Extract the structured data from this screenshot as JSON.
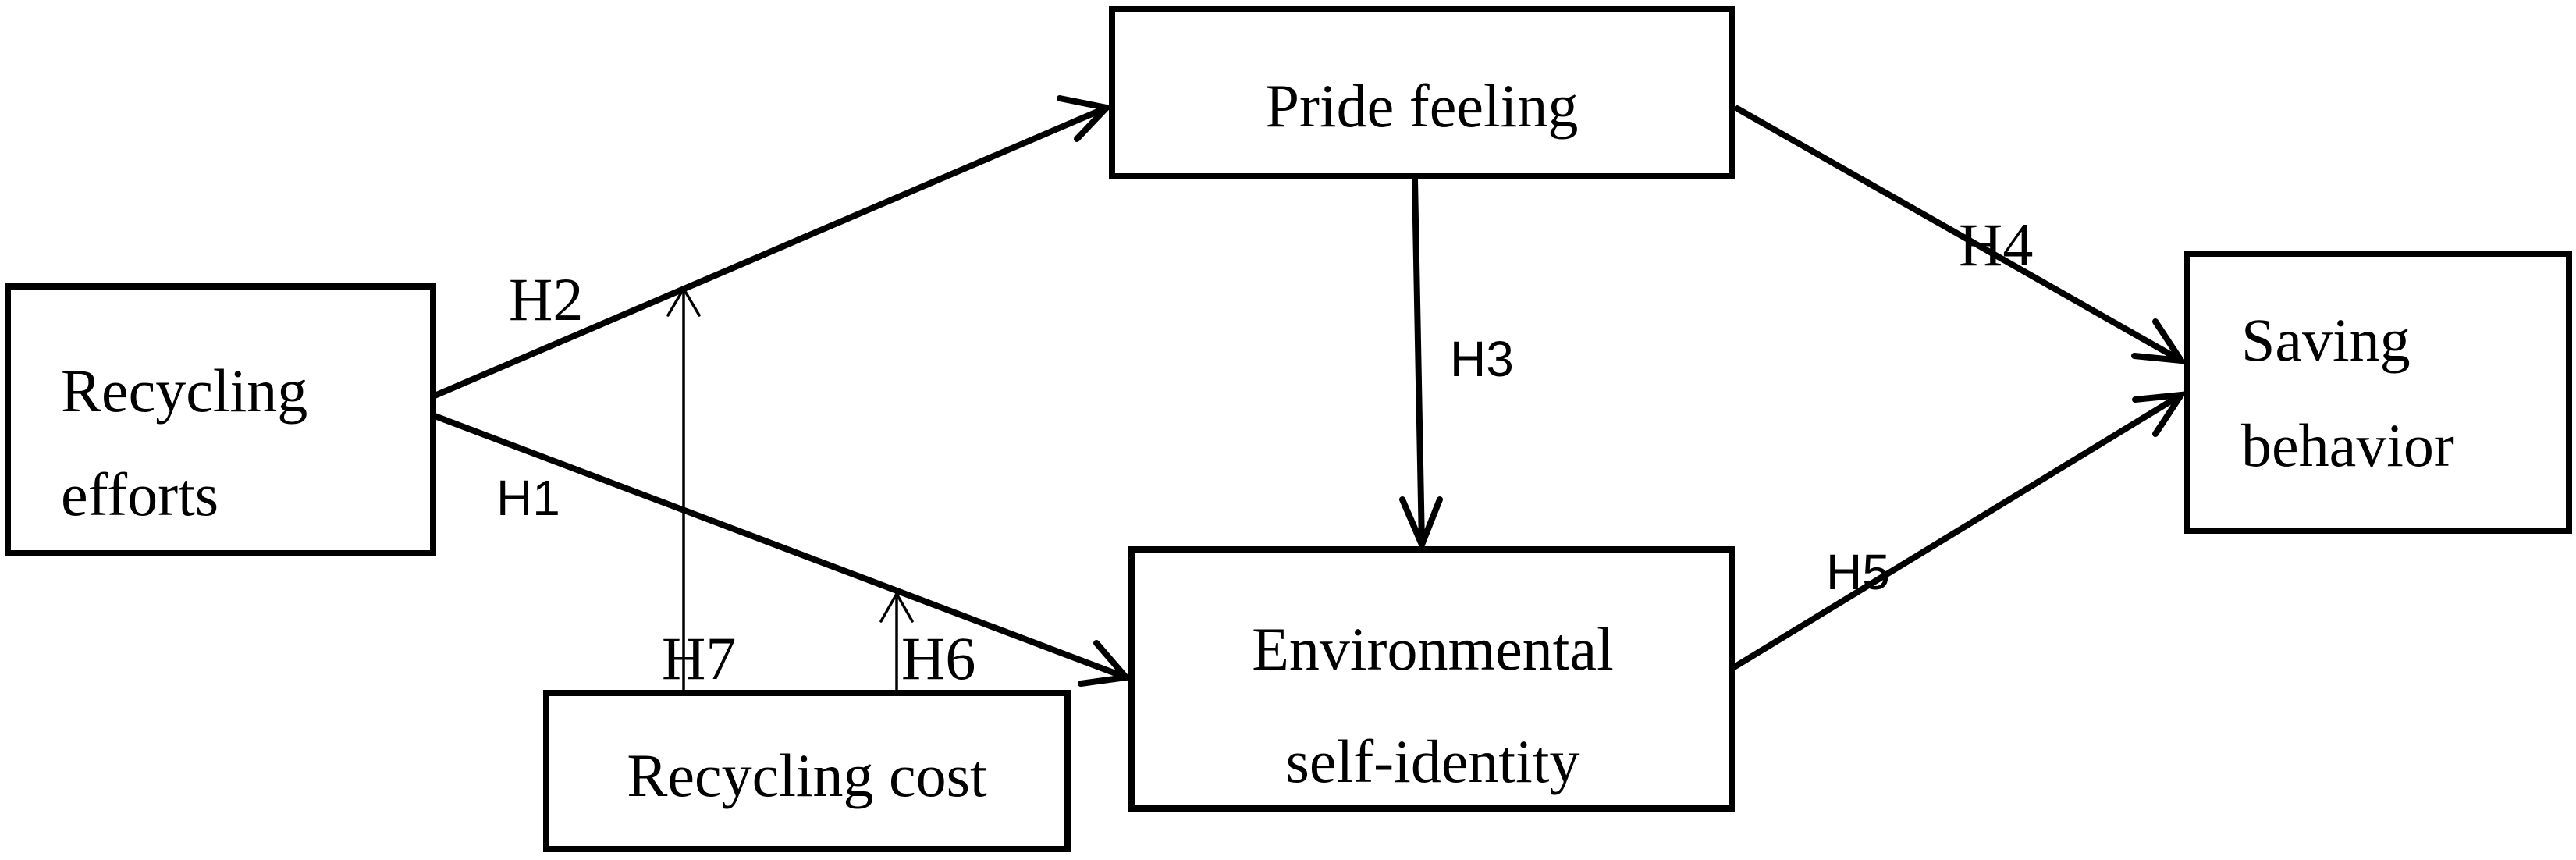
{
  "nodes": {
    "recycling_efforts": {
      "line1": "Recycling",
      "line2": "efforts"
    },
    "pride_feeling": {
      "label": "Pride feeling"
    },
    "saving_behavior": {
      "line1": "Saving",
      "line2": "behavior"
    },
    "environmental_self_identity": {
      "line1": "Environmental",
      "line2": "self-identity"
    },
    "recycling_cost": {
      "label": "Recycling cost"
    }
  },
  "hypotheses": {
    "h1": "H1",
    "h2": "H2",
    "h3": "H3",
    "h4": "H4",
    "h5": "H5",
    "h6": "H6",
    "h7": "H7"
  },
  "colors": {
    "stroke": "#000000",
    "background": "#ffffff"
  }
}
